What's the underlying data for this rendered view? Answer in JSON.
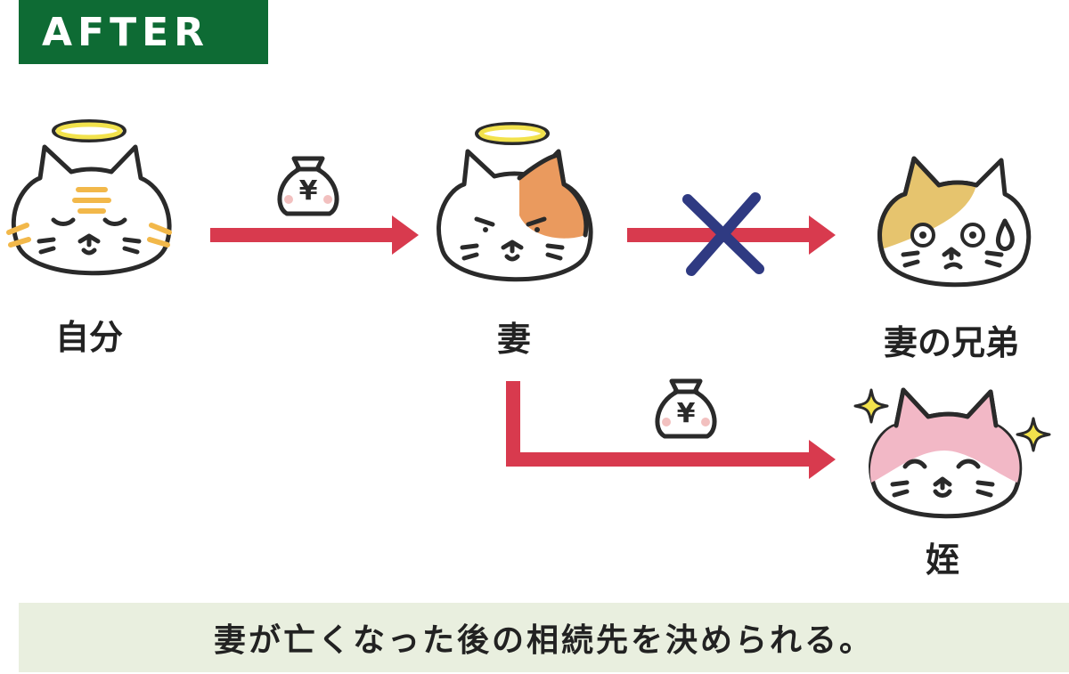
{
  "header": {
    "badge_text": "AFTER"
  },
  "nodes": {
    "self": {
      "label": "自分"
    },
    "wife": {
      "label": "妻"
    },
    "wife_siblings": {
      "label": "妻の兄弟"
    },
    "niece": {
      "label": "姪"
    }
  },
  "money_symbol": "¥",
  "caption": {
    "text": "妻が亡くなった後の相続先を決められる。"
  },
  "colors": {
    "badge_bg": "#0e6b34",
    "arrow": "#d83a4e",
    "cross": "#2f3a82",
    "halo": "#f2e24c",
    "caption_bg": "#e9efdf"
  }
}
